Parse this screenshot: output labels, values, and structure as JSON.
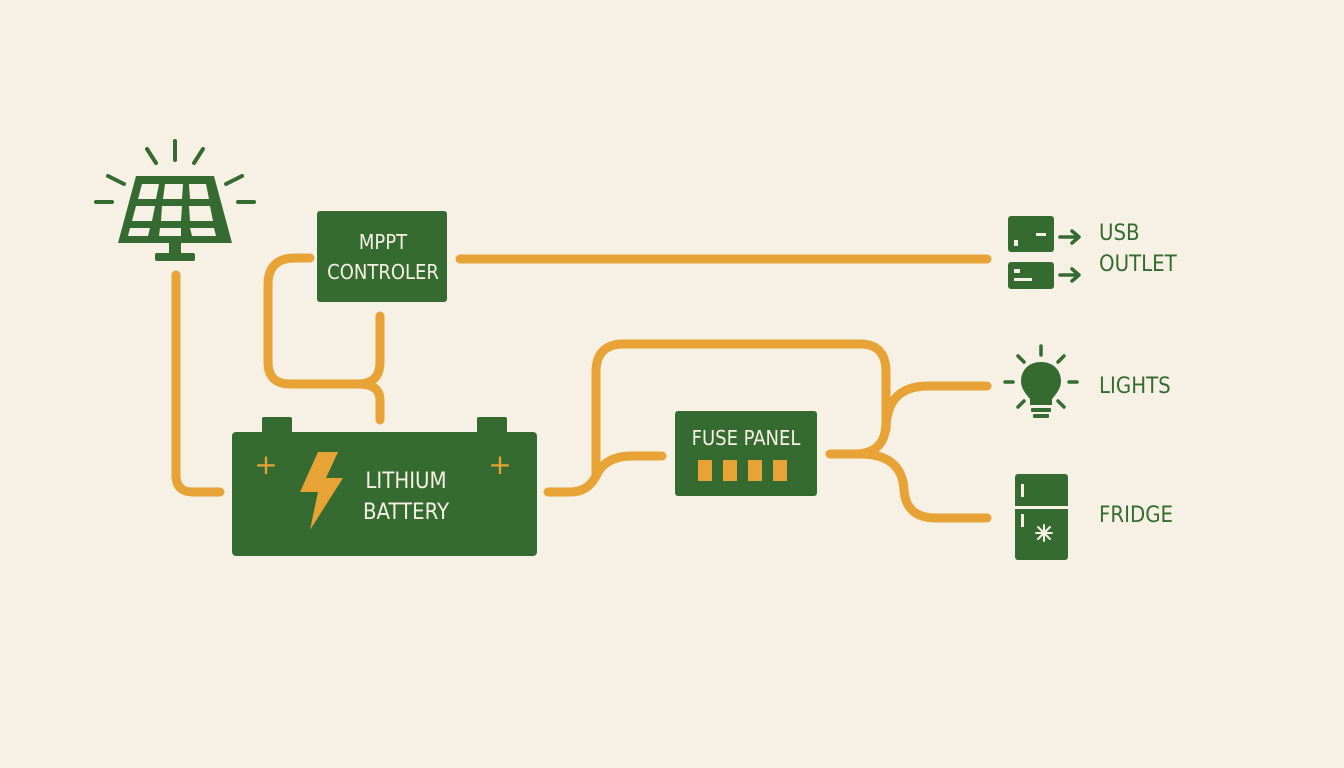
{
  "colors": {
    "background": "#f6f1e4",
    "component_green": "#356b31",
    "wire_orange": "#e7a336",
    "label_cream": "#f6f1e4"
  },
  "components": {
    "solar_panel": {
      "icon": "solar-panel-icon"
    },
    "mppt_controller": {
      "line1": "MPPT",
      "line2": "CONTROLER"
    },
    "battery": {
      "line1": "LITHIUM",
      "line2": "BATTERY",
      "terminal_symbol": "+",
      "icon": "lightning-bolt-icon"
    },
    "fuse_panel": {
      "label": "FUSE PANEL",
      "fuse_count": 4
    }
  },
  "loads": {
    "usb": {
      "line1": "USB",
      "line2": "OUTLET",
      "icon": "usb-outlet-icon"
    },
    "lights": {
      "label": "LIGHTS",
      "icon": "light-bulb-icon"
    },
    "fridge": {
      "label": "FRIDGE",
      "icon": "fridge-icon"
    }
  }
}
